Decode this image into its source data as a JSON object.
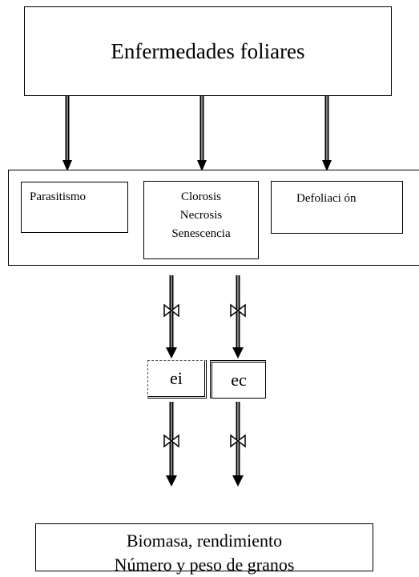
{
  "top": {
    "title": "Enfermedades foliares"
  },
  "middle": {
    "parasitismo": "Parasitismo",
    "clorosis": [
      "Clorosis",
      "Necrosis",
      "Senescencia"
    ],
    "defoliacion": "Defoliaci ón"
  },
  "coefficients": {
    "ei": "ei",
    "ec": "ec"
  },
  "bottom": {
    "lines": [
      "Biomasa, rendimiento",
      "Número y peso de granos"
    ]
  }
}
